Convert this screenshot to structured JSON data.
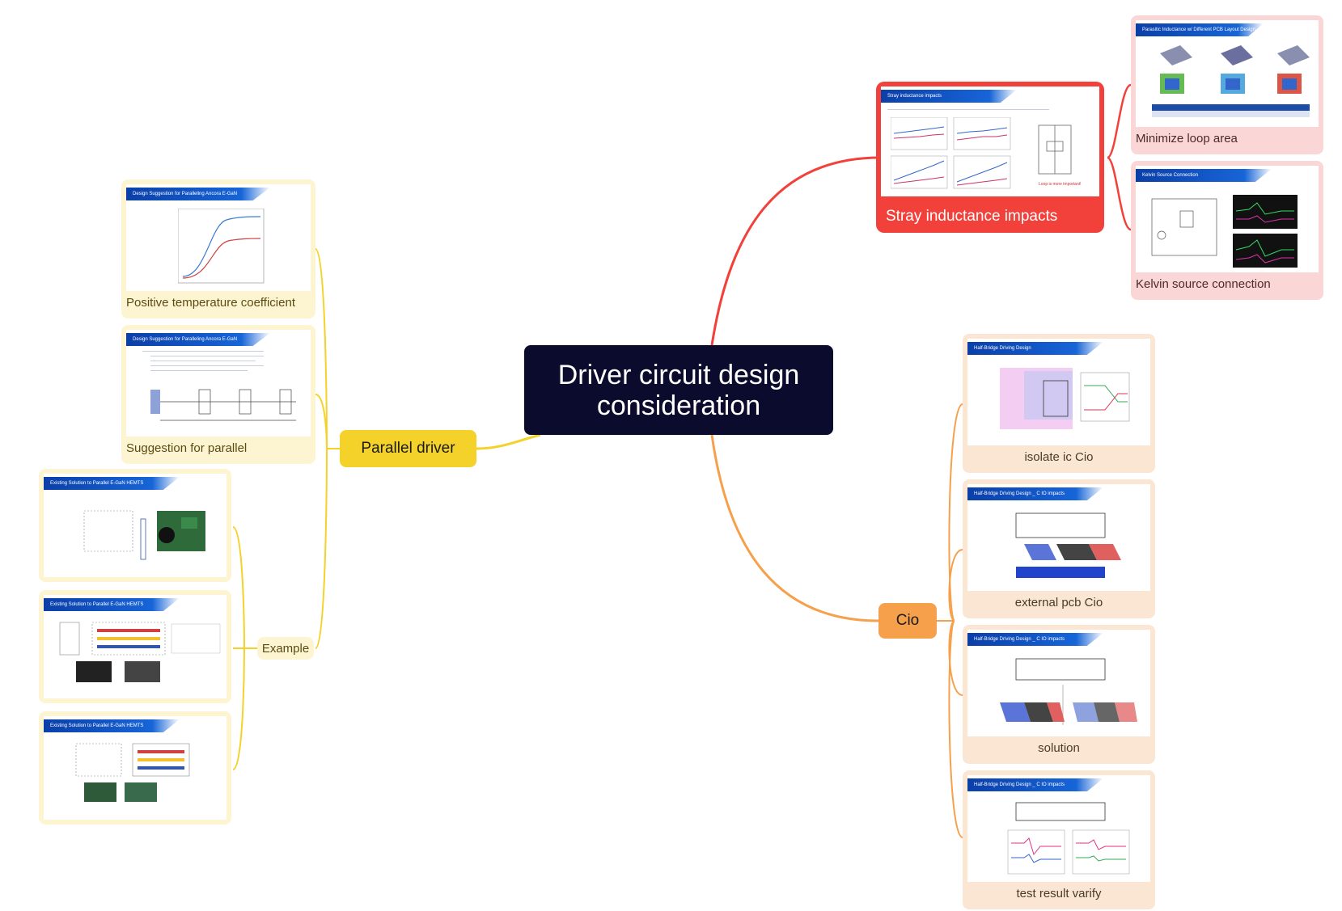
{
  "root": {
    "title": "Driver circuit design consideration"
  },
  "branches": {
    "stray": {
      "label": "Stray inductance impacts",
      "slide_title": "Stray inductance impacts",
      "color": "#f2413b",
      "children": [
        {
          "caption": "Minimize loop area",
          "slide_title": "Parasitic Inductance w/ Different PCB Layout Design"
        },
        {
          "caption": "Kelvin source connection",
          "slide_title": "Kelvin Source Connection"
        }
      ]
    },
    "parallel": {
      "label": "Parallel driver",
      "color": "#f4d22a",
      "children": [
        {
          "caption": "Positive temperature coefficient",
          "slide_title": "Design Suggestion for Paralleling Ancora E-GaN"
        },
        {
          "caption": "Suggestion for parallel",
          "slide_title": "Design Suggestion for Paralleling Ancora E-GaN"
        }
      ],
      "example": {
        "label": "Example",
        "slides": [
          {
            "slide_title": "Existing Solution to Parallel E-GaN HEMTS"
          },
          {
            "slide_title": "Existing Solution to Parallel E-GaN HEMTS"
          },
          {
            "slide_title": "Existing Solution to Parallel E-GaN HEMTS"
          }
        ]
      }
    },
    "cio": {
      "label": "Cio",
      "color": "#f6a04c",
      "children": [
        {
          "caption": "isolate ic Cio",
          "slide_title": "Half-Bridge Driving Design"
        },
        {
          "caption": "external pcb Cio",
          "slide_title": "Half-Bridge Driving Design _ C IO impacts"
        },
        {
          "caption": "solution",
          "slide_title": "Half-Bridge Driving Design _ C IO impacts"
        },
        {
          "caption": "test result varify",
          "slide_title": "Half-Bridge Driving Design _ C IO impacts"
        }
      ]
    }
  }
}
